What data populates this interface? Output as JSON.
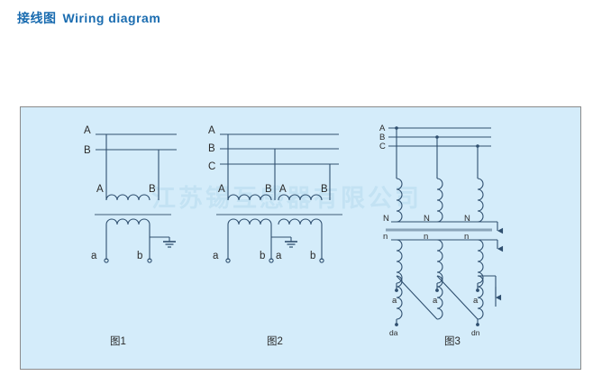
{
  "title": {
    "cn": "接线图",
    "en": "Wiring diagram",
    "color": "#1a6cb0"
  },
  "panel": {
    "background": "#d4ecfa",
    "border_color": "#8b8b8b",
    "line_color": "#2f4f6f",
    "core_color": "#8aa4b8"
  },
  "watermark": {
    "text": "江苏锡互感器有限公司",
    "color": "#c3e2f3"
  },
  "captions": [
    {
      "label": "图1"
    },
    {
      "label": "图2"
    },
    {
      "label": "图3"
    }
  ],
  "figure1": {
    "name": "single-phase-two-winding",
    "primary_bus_labels": [
      "A",
      "B"
    ],
    "primary_winding_labels": [
      "A",
      "B"
    ],
    "secondary_terminal_labels": [
      "a",
      "b"
    ],
    "earth_symbols": 1
  },
  "figure2": {
    "name": "v-v-two-transformer",
    "primary_bus_labels": [
      "A",
      "B",
      "C"
    ],
    "primary_winding_labels": [
      "A",
      "B",
      "A",
      "B"
    ],
    "secondary_terminal_labels": [
      "a",
      "b",
      "a",
      "b"
    ],
    "earth_symbols": 1
  },
  "figure3": {
    "name": "three-phase-five-limb-wye-wye-open-delta",
    "primary_bus_labels": [
      "A",
      "B",
      "C"
    ],
    "primary_neutral_labels": [
      "N",
      "N",
      "N"
    ],
    "secondary_neutral_labels": [
      "n",
      "n",
      "n"
    ],
    "secondary_terminal_labels": [
      "a",
      "a",
      "a"
    ],
    "tertiary_terminal_labels": [
      "da",
      "dn"
    ],
    "earth_symbols": 3
  }
}
